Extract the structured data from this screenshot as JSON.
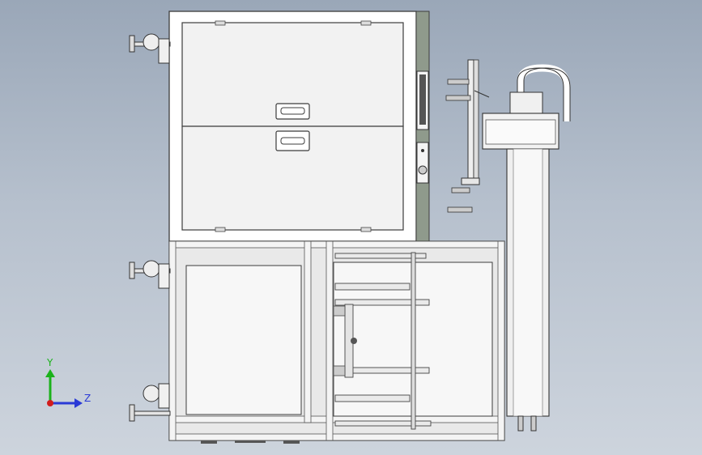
{
  "viewport": {
    "background": "#b4bfcc",
    "model": "cad-assembly"
  },
  "colors": {
    "frame_fill": "#ffffff",
    "frame_stroke": "#3c3c3c",
    "panel_fill": "#f0f0f0",
    "side_panel": "#8f9a8c",
    "rail_fill": "#e6e6e6",
    "shadow": "#505050"
  },
  "triad": {
    "y_label": "Y",
    "z_label": "Z",
    "y_color": "#1bb21b",
    "z_color": "#2a3ad6",
    "x_color": "#d21c1c"
  }
}
